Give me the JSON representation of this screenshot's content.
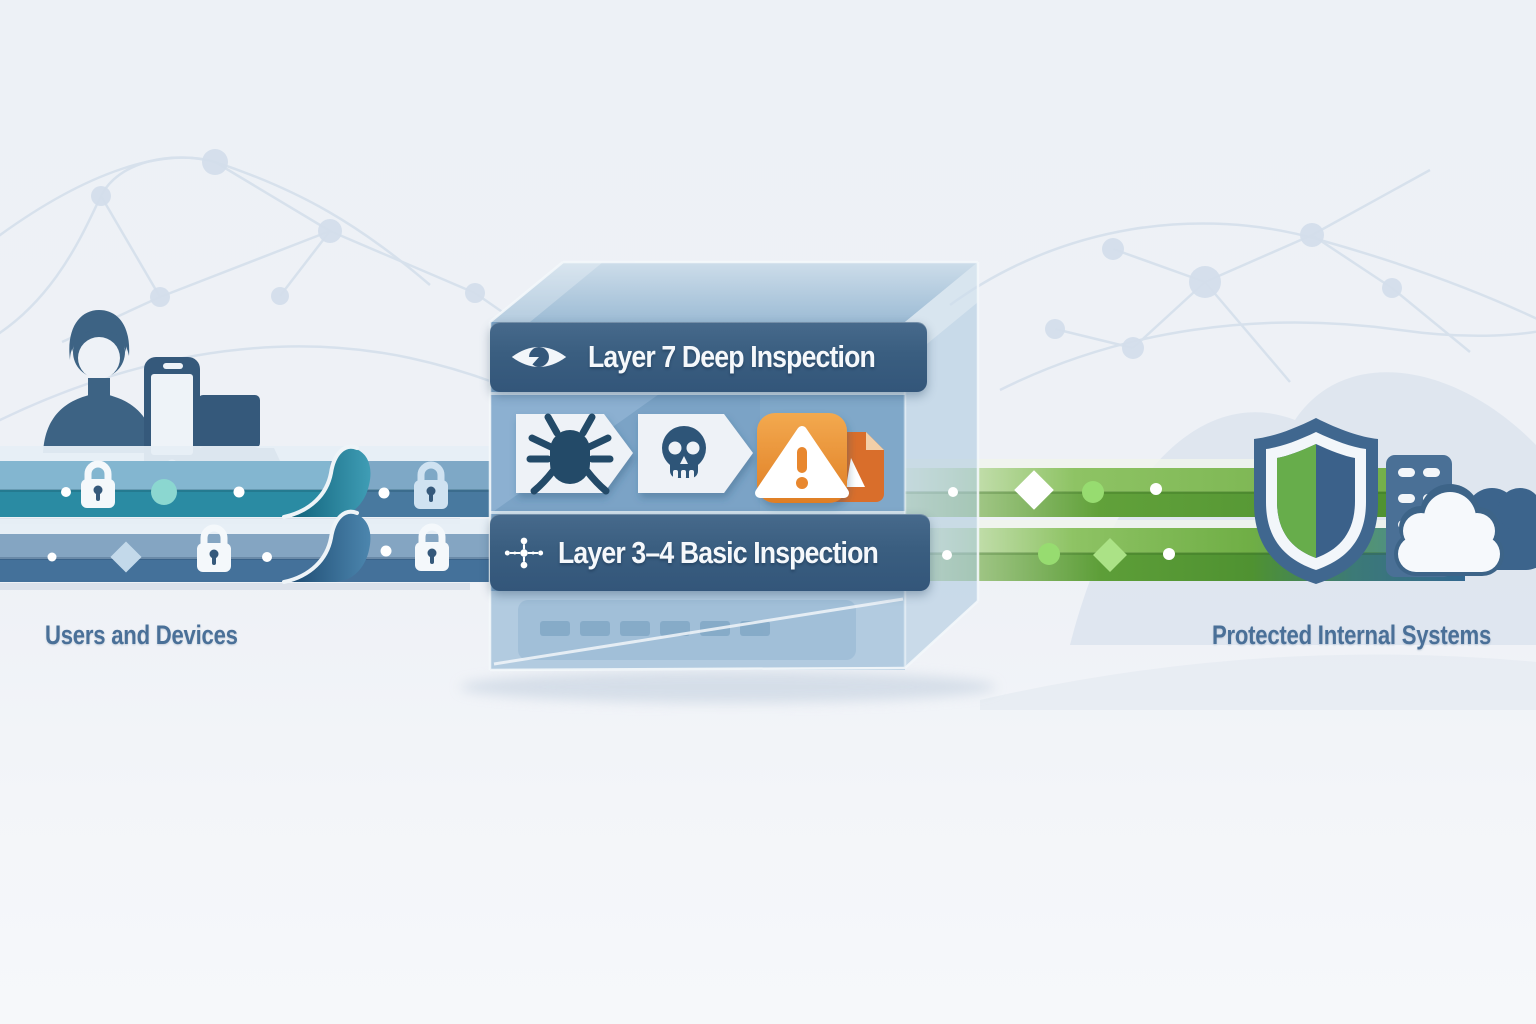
{
  "left_zone": {
    "label": "Users and Devices",
    "icons": [
      "person-icon",
      "smartphone-icon",
      "laptop-icon",
      "lock-icon"
    ]
  },
  "firewall": {
    "layer7_label": "Layer 7 Deep Inspection",
    "layer7_icon": "eye-icon",
    "layer34_label": "Layer 3–4 Basic Inspection",
    "layer34_icon": "network-hub-icon",
    "threat_icons": [
      "bug-icon",
      "skull-icon",
      "warning-icon",
      "malicious-file-icon"
    ]
  },
  "right_zone": {
    "label": "Protected Internal Systems",
    "icons": [
      "shield-icon",
      "server-building-icon",
      "cloud-icon"
    ]
  },
  "colors": {
    "background": "#eef1f6",
    "band_teal": "#2a8ba3",
    "band_steel_blue": "#44719a",
    "band_green": "#5fa23c",
    "banner_blue": "#3a5e80",
    "accent_orange": "#e8872e",
    "shield_green": "#67ad4b",
    "shield_blue": "#3b618a",
    "label_text": "#4a7098"
  }
}
